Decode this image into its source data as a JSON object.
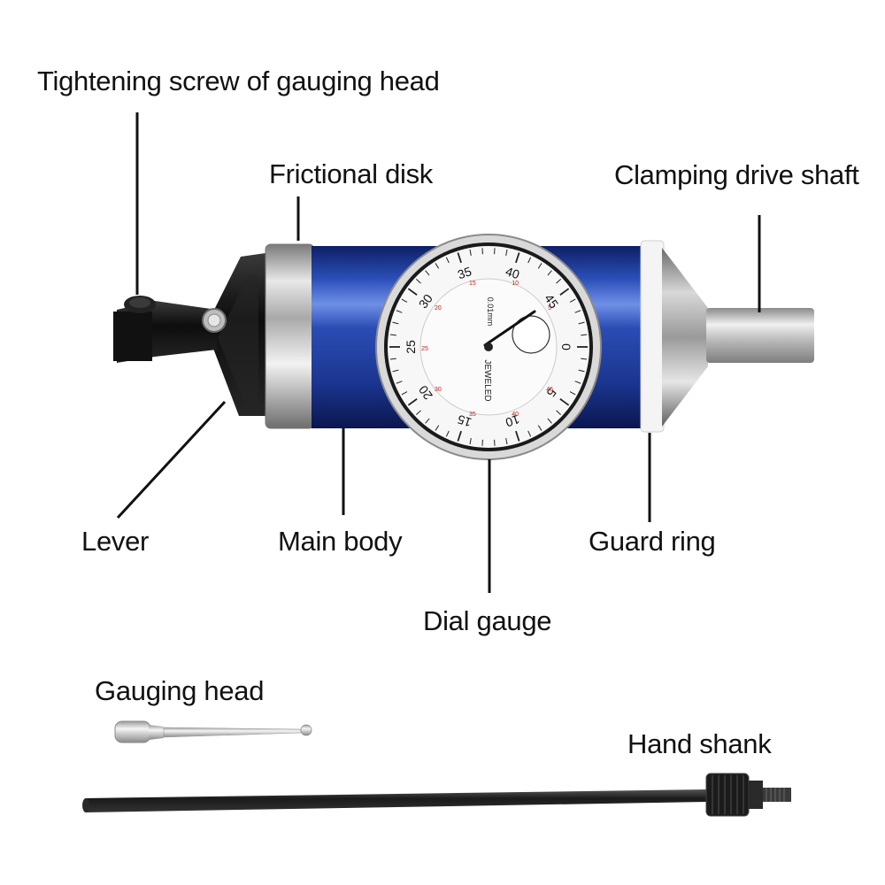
{
  "labels": {
    "tightening_screw": "Tightening screw of gauging head",
    "frictional_disk": "Frictional disk",
    "clamping_drive_shaft": "Clamping drive shaft",
    "lever": "Lever",
    "main_body": "Main body",
    "guard_ring": "Guard ring",
    "dial_gauge": "Dial gauge",
    "gauging_head": "Gauging head",
    "hand_shank": "Hand shank"
  },
  "dial": {
    "major_numbers": [
      "0",
      "5",
      "10",
      "15",
      "20",
      "25",
      "30",
      "35",
      "40",
      "45"
    ],
    "minor_numbers": [
      "45",
      "40",
      "35",
      "30",
      "25",
      "20",
      "15",
      "10",
      "5"
    ],
    "unit_text": "0.01mm",
    "brand_text": "JEWELED"
  },
  "colors": {
    "body_blue": "#1f3f9e",
    "steel": "#c9c9c9",
    "black_part": "#151515",
    "leader_line": "#111111",
    "dial_red": "#c0201a"
  }
}
